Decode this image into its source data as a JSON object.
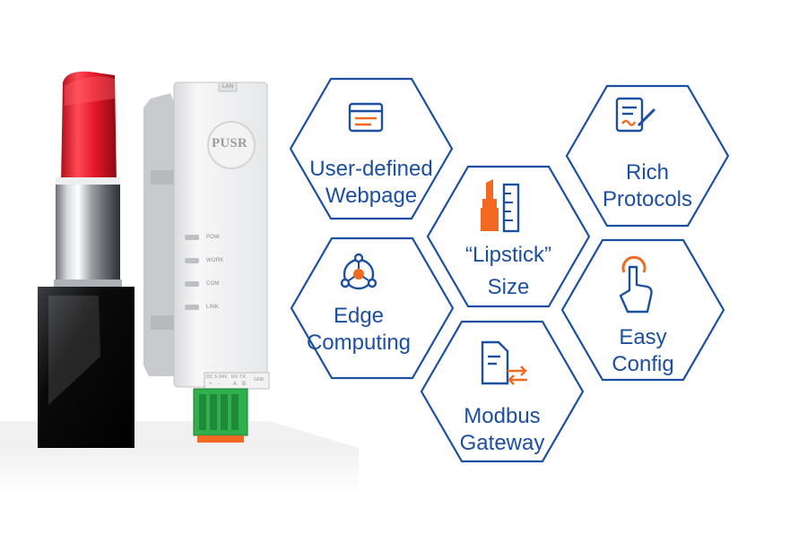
{
  "device": {
    "brand": "PUSR",
    "port_label": "LAN",
    "leds": [
      "POW",
      "WORK",
      "COM",
      "LINK"
    ],
    "terminals": [
      "DC 5-24V",
      "RX·TX",
      "GND"
    ],
    "terminal_pins": [
      "+",
      "-",
      "A",
      "B"
    ]
  },
  "features": [
    {
      "line1": "User-defined",
      "line2": "Webpage",
      "icon": "webpage-icon"
    },
    {
      "line1": "Rich",
      "line2": "Protocols",
      "icon": "document-signature-icon"
    },
    {
      "line1": "“Lipstick”",
      "line2": "Size",
      "icon": "lipstick-ruler-icon"
    },
    {
      "line1": "Edge",
      "line2": "Computing",
      "icon": "network-node-icon"
    },
    {
      "line1": "Easy",
      "line2": "Config",
      "icon": "tap-hand-icon"
    },
    {
      "line1": "Modbus",
      "line2": "Gateway",
      "icon": "document-transfer-icon"
    }
  ],
  "colors": {
    "hex_stroke": "#1d4fa0",
    "label_text": "#1d4fa0",
    "icon_accent": "#f26a21",
    "lipstick_red": "#e5182a"
  }
}
